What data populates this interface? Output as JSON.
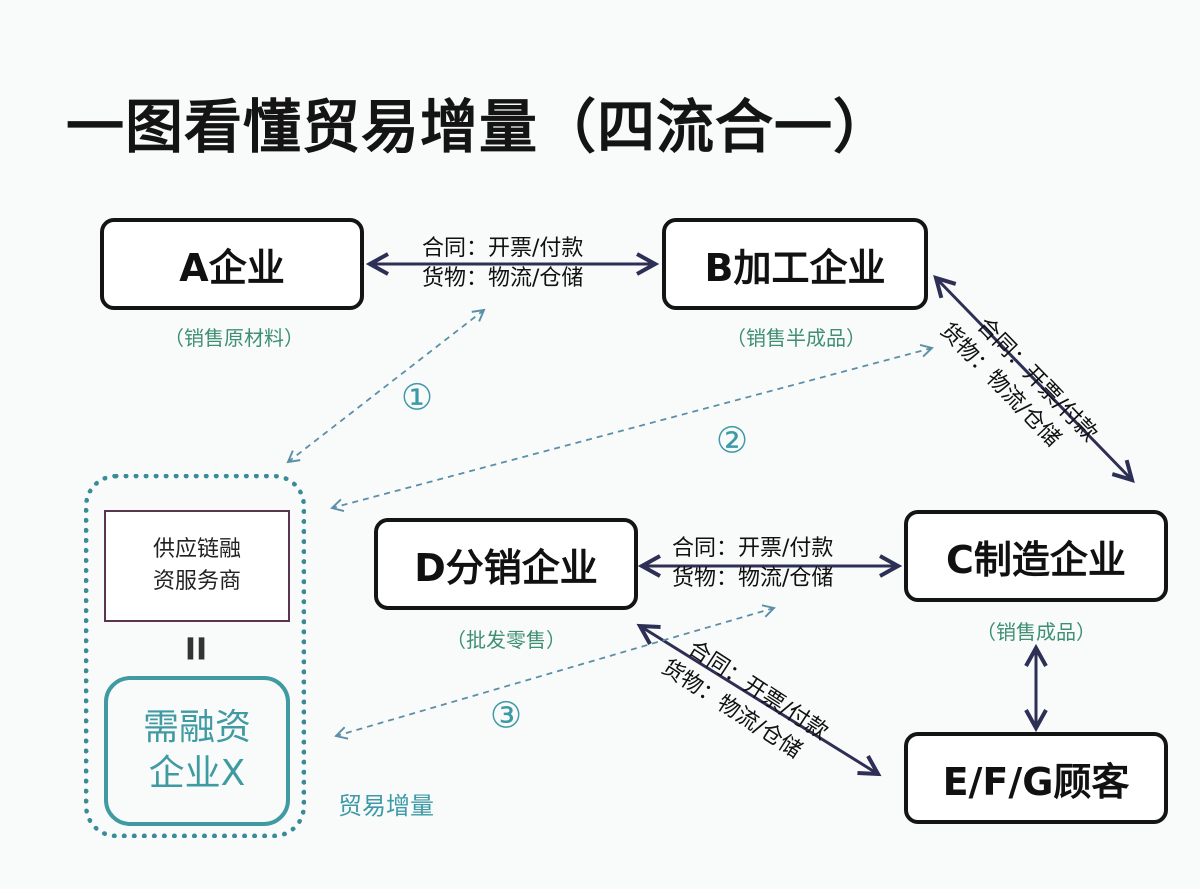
{
  "title": "一图看懂贸易增量（四流合一）",
  "nodes": {
    "a": {
      "label": "A企业",
      "note": "（销售原材料）"
    },
    "b": {
      "label": "B加工企业",
      "note": "（销售半成品）"
    },
    "c": {
      "label": "C制造企业",
      "note": "（销售成品）"
    },
    "d": {
      "label": "D分销企业",
      "note": "（批发零售）"
    },
    "efg": {
      "label": "E/F/G顾客"
    }
  },
  "flows": {
    "ab": {
      "contract": "合同：开票/付款",
      "goods": "货物：物流/仓储"
    },
    "bc": {
      "contract": "合同：开票/付款",
      "goods": "货物：物流/仓储"
    },
    "dc": {
      "contract": "合同：开票/付款",
      "goods": "货物：物流/仓储"
    },
    "defg": {
      "contract": "合同：开票/付款",
      "goods": "货物：物流/仓储"
    }
  },
  "markers": [
    "①",
    "②",
    "③"
  ],
  "finance": {
    "provider": "供应链融资服务商",
    "equals": "II",
    "enterprise": "需融资企业X",
    "trade_label": "贸易增量"
  },
  "colors": {
    "dashed": "#5b8fa8",
    "solid": "#2d2f55",
    "accent": "#3d9aa6",
    "note": "#3f8f73"
  }
}
